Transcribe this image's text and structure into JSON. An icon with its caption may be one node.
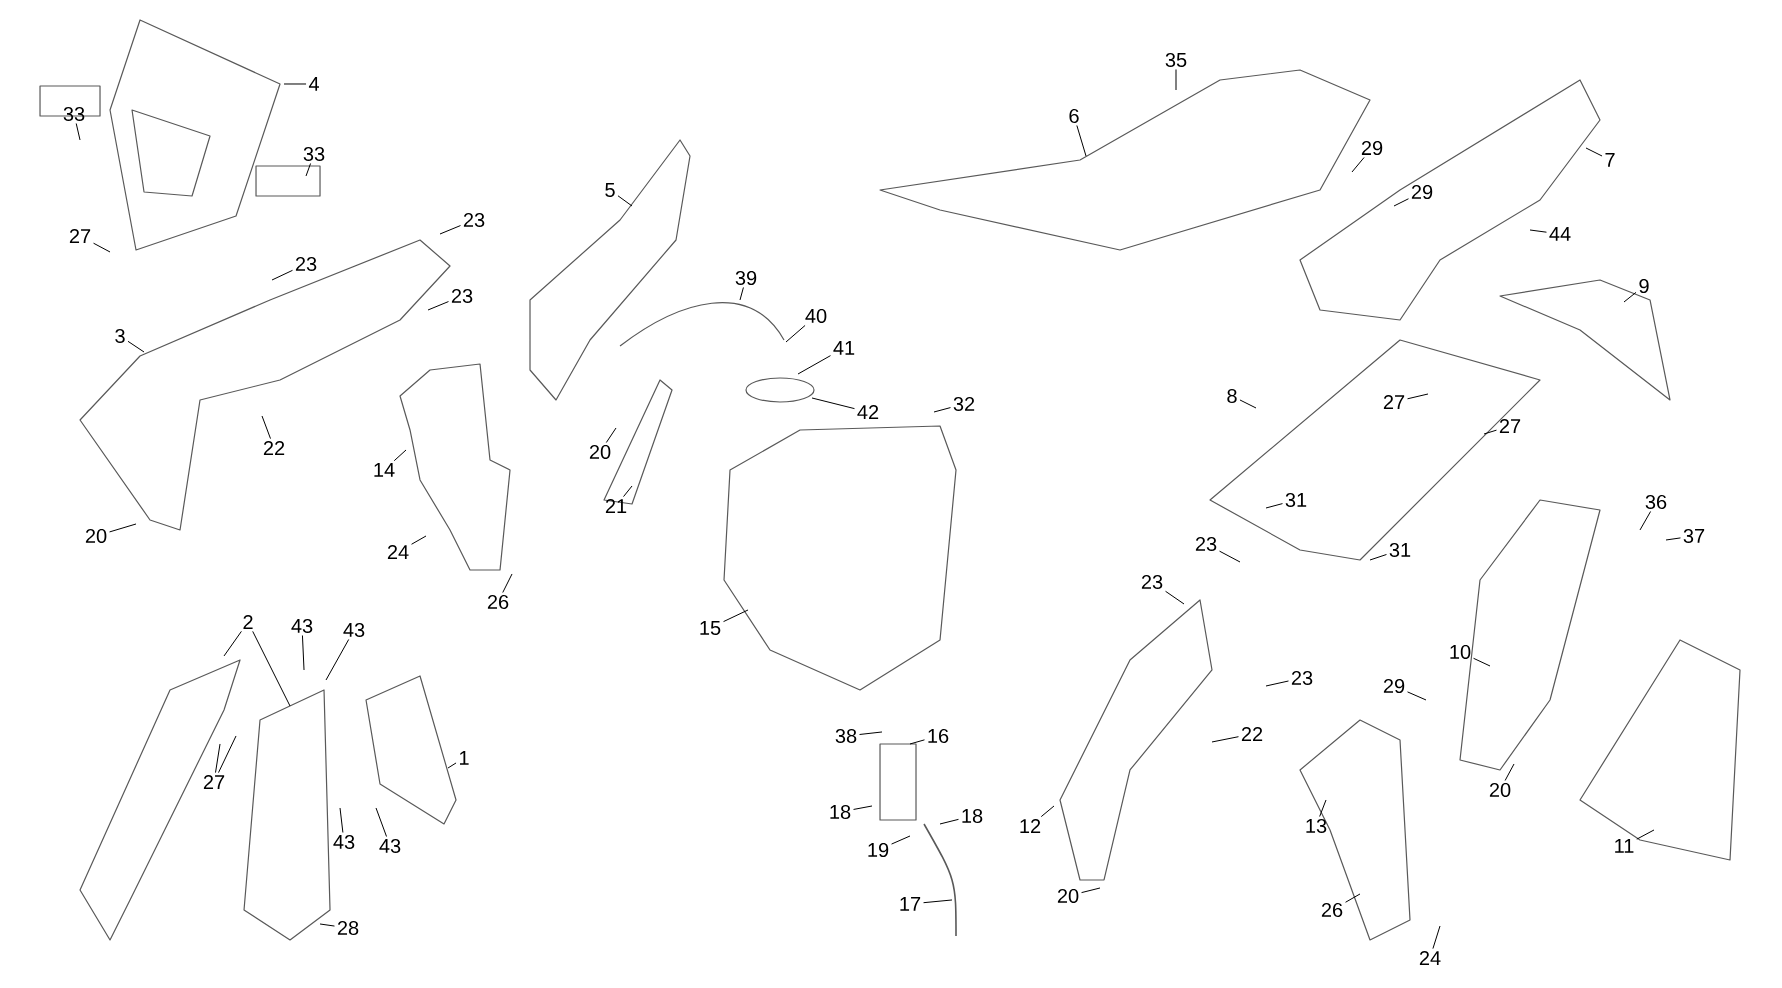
{
  "diagram": {
    "nodes": [
      {
        "text": [
          "33"
        ]
      },
      {
        "text": [
          "4"
        ]
      },
      {
        "text": [
          "33"
        ]
      },
      {
        "text": [
          "27"
        ]
      },
      {
        "text": [
          "23"
        ]
      },
      {
        "text": [
          "23"
        ]
      },
      {
        "text": [
          "23"
        ]
      },
      {
        "text": [
          "3"
        ]
      },
      {
        "text": [
          "22"
        ]
      },
      {
        "text": [
          "14"
        ]
      },
      {
        "text": [
          "20"
        ]
      },
      {
        "text": [
          "24"
        ]
      },
      {
        "text": [
          "26"
        ]
      },
      {
        "text": [
          "5"
        ]
      },
      {
        "text": [
          "20"
        ]
      },
      {
        "text": [
          "21"
        ]
      },
      {
        "text": [
          "39"
        ]
      },
      {
        "text": [
          "40"
        ]
      },
      {
        "text": [
          "41"
        ]
      },
      {
        "text": [
          "42"
        ]
      },
      {
        "text": [
          "32"
        ]
      },
      {
        "text": [
          "15"
        ]
      },
      {
        "text": [
          "38"
        ]
      },
      {
        "text": [
          "16"
        ]
      },
      {
        "text": [
          "18"
        ]
      },
      {
        "text": [
          "18"
        ]
      },
      {
        "text": [
          "19"
        ]
      },
      {
        "text": [
          "17"
        ]
      },
      {
        "text": [
          "35"
        ]
      },
      {
        "text": [
          "6"
        ]
      },
      {
        "text": [
          "29"
        ]
      },
      {
        "text": [
          "29"
        ]
      },
      {
        "text": [
          "7"
        ]
      },
      {
        "text": [
          "44"
        ]
      },
      {
        "text": [
          "9"
        ]
      },
      {
        "text": [
          "8"
        ]
      },
      {
        "text": [
          "27"
        ]
      },
      {
        "text": [
          "27"
        ]
      },
      {
        "text": [
          "31"
        ]
      },
      {
        "text": [
          "31"
        ]
      },
      {
        "text": [
          "23"
        ]
      },
      {
        "text": [
          "23"
        ]
      },
      {
        "text": [
          "36"
        ]
      },
      {
        "text": [
          "37"
        ]
      },
      {
        "text": [
          "23"
        ]
      },
      {
        "text": [
          "22"
        ]
      },
      {
        "text": [
          "10"
        ]
      },
      {
        "text": [
          "29"
        ]
      },
      {
        "text": [
          "20"
        ]
      },
      {
        "text": [
          "12"
        ]
      },
      {
        "text": [
          "13"
        ]
      },
      {
        "text": [
          "11"
        ]
      },
      {
        "text": [
          "20"
        ]
      },
      {
        "text": [
          "26"
        ]
      },
      {
        "text": [
          "24"
        ]
      },
      {
        "text": [
          "2"
        ]
      },
      {
        "text": [
          "43"
        ]
      },
      {
        "text": [
          "43"
        ]
      },
      {
        "text": [
          "27"
        ]
      },
      {
        "text": [
          "1"
        ]
      },
      {
        "text": [
          "43"
        ]
      },
      {
        "text": [
          "43"
        ]
      },
      {
        "text": [
          "28"
        ]
      },
      {
        "text": [],
        "shape": "picture"
      },
      {
        "text": [],
        "shape": "picture"
      },
      {
        "text": [],
        "shape": "picture"
      }
    ],
    "edges": [
      {
        "from": 0,
        "to": null,
        "arrow": "none"
      },
      {
        "from": 1,
        "to": null,
        "arrow": "none"
      },
      {
        "from": 2,
        "to": null,
        "arrow": "none"
      },
      {
        "from": 3,
        "to": null,
        "arrow": "none"
      },
      {
        "from": 4,
        "to": null,
        "arrow": "none"
      },
      {
        "from": 5,
        "to": null,
        "arrow": "none"
      },
      {
        "from": 6,
        "to": null,
        "arrow": "none"
      },
      {
        "from": 7,
        "to": null,
        "arrow": "none"
      },
      {
        "from": 8,
        "to": null,
        "arrow": "none"
      },
      {
        "from": 9,
        "to": null,
        "arrow": "none"
      },
      {
        "from": 10,
        "to": null,
        "arrow": "none"
      },
      {
        "from": 11,
        "to": null,
        "arrow": "none"
      },
      {
        "from": 12,
        "to": null,
        "arrow": "none"
      },
      {
        "from": 13,
        "to": 63,
        "arrow": "none"
      },
      {
        "from": 14,
        "to": null,
        "arrow": "none"
      },
      {
        "from": 15,
        "to": null,
        "arrow": "none"
      },
      {
        "from": 16,
        "to": null,
        "arrow": "none"
      },
      {
        "from": 17,
        "to": null,
        "arrow": "none"
      },
      {
        "from": 18,
        "to": null,
        "arrow": "none"
      },
      {
        "from": 19,
        "to": null,
        "arrow": "none"
      },
      {
        "from": 20,
        "to": null,
        "arrow": "none"
      },
      {
        "from": 21,
        "to": 64,
        "arrow": "none"
      },
      {
        "from": 22,
        "to": null,
        "arrow": "none"
      },
      {
        "from": 23,
        "to": null,
        "arrow": "none"
      },
      {
        "from": 24,
        "to": null,
        "arrow": "none"
      },
      {
        "from": 25,
        "to": null,
        "arrow": "none"
      },
      {
        "from": 26,
        "to": null,
        "arrow": "none"
      },
      {
        "from": 27,
        "to": null,
        "arrow": "none"
      },
      {
        "from": 28,
        "to": null,
        "arrow": "none"
      },
      {
        "from": 29,
        "to": null,
        "arrow": "none"
      },
      {
        "from": 30,
        "to": null,
        "arrow": "none"
      },
      {
        "from": 31,
        "to": null,
        "arrow": "none"
      },
      {
        "from": 32,
        "to": null,
        "arrow": "none"
      },
      {
        "from": 33,
        "to": null,
        "arrow": "none"
      },
      {
        "from": 34,
        "to": null,
        "arrow": "none"
      },
      {
        "from": 35,
        "to": null,
        "arrow": "none"
      },
      {
        "from": 36,
        "to": null,
        "arrow": "none"
      },
      {
        "from": 37,
        "to": null,
        "arrow": "none"
      },
      {
        "from": 38,
        "to": null,
        "arrow": "none"
      },
      {
        "from": 39,
        "to": null,
        "arrow": "none"
      },
      {
        "from": 40,
        "to": null,
        "arrow": "none"
      },
      {
        "from": 41,
        "to": null,
        "arrow": "none"
      },
      {
        "from": 42,
        "to": null,
        "arrow": "none"
      },
      {
        "from": 43,
        "to": null,
        "arrow": "none"
      },
      {
        "from": 44,
        "to": null,
        "arrow": "none"
      },
      {
        "from": 45,
        "to": null,
        "arrow": "none"
      },
      {
        "from": 46,
        "to": null,
        "arrow": "none"
      },
      {
        "from": 47,
        "to": null,
        "arrow": "none"
      },
      {
        "from": 48,
        "to": null,
        "arrow": "none"
      },
      {
        "from": 49,
        "to": 65,
        "arrow": "none"
      },
      {
        "from": 50,
        "to": null,
        "arrow": "none"
      },
      {
        "from": 51,
        "to": null,
        "arrow": "none"
      },
      {
        "from": 52,
        "to": null,
        "arrow": "none"
      },
      {
        "from": 53,
        "to": null,
        "arrow": "none"
      },
      {
        "from": 54,
        "to": null,
        "arrow": "none"
      },
      {
        "from": 55,
        "to": null,
        "arrow": "none"
      },
      {
        "from": 55,
        "to": null,
        "arrow": "none"
      },
      {
        "from": 56,
        "to": null,
        "arrow": "none"
      },
      {
        "from": 57,
        "to": null,
        "arrow": "none"
      },
      {
        "from": 58,
        "to": null,
        "arrow": "none"
      },
      {
        "from": 58,
        "to": null,
        "arrow": "none"
      },
      {
        "from": 59,
        "to": null,
        "arrow": "none"
      },
      {
        "from": 60,
        "to": null,
        "arrow": "none"
      },
      {
        "from": 61,
        "to": null,
        "arrow": "none"
      },
      {
        "from": 62,
        "to": null,
        "arrow": "none"
      }
    ]
  }
}
